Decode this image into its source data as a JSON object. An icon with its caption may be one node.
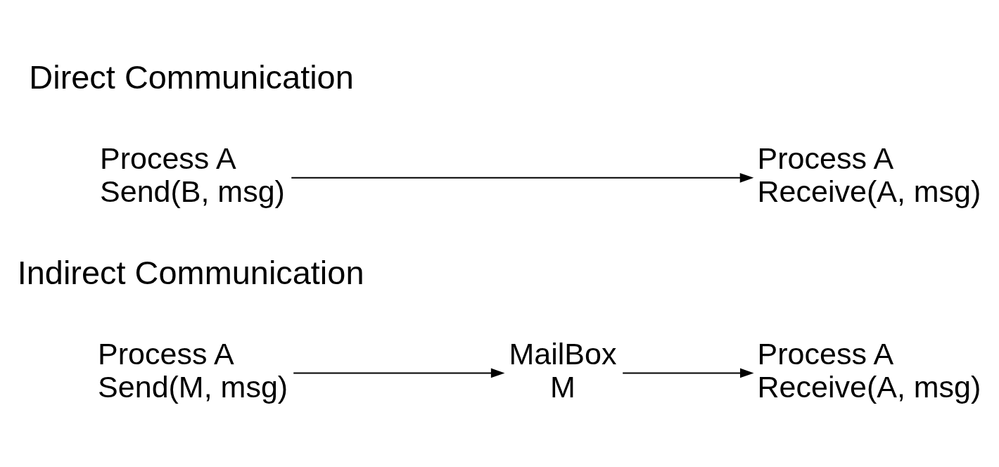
{
  "diagram": {
    "nodes": [
      {
        "text": [
          "Process A",
          "Send(B, msg)"
        ]
      },
      {
        "text": [
          "Process A",
          "Receive(A, msg)"
        ]
      },
      {
        "text": [
          "Process A",
          "Send(M, msg)"
        ]
      },
      {
        "text": [
          "MailBox",
          "M"
        ]
      },
      {
        "text": [
          "Process A",
          "Receive(A, msg)"
        ]
      }
    ],
    "edges": [
      {
        "from": 0,
        "to": 1,
        "arrow": "to"
      },
      {
        "from": 2,
        "to": 3,
        "arrow": "to"
      },
      {
        "from": 3,
        "to": 4,
        "arrow": "to"
      }
    ],
    "labels": [
      "Direct Communication",
      "Indirect Communication"
    ]
  }
}
